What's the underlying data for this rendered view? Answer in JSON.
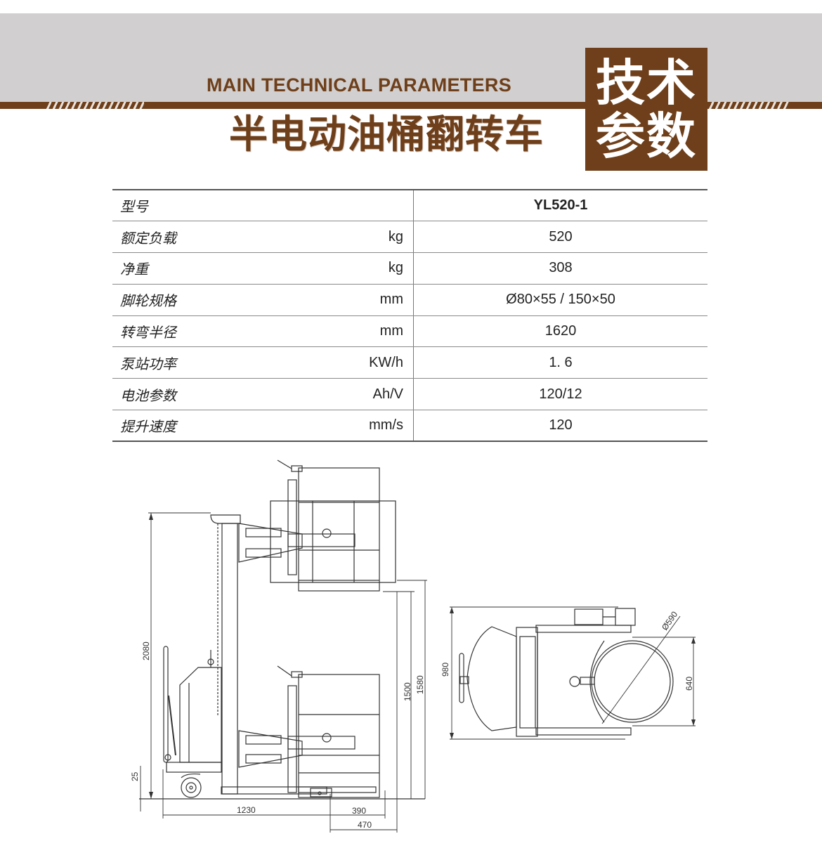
{
  "header": {
    "en_title": "MAIN TECHNICAL PARAMETERS",
    "cn_title": "半电动油桶翻转车",
    "badge_line1": "技术",
    "badge_line2": "参数",
    "colors": {
      "brand_brown": "#6e3f1a",
      "band_gray": "#d1cfcf"
    }
  },
  "spec_table": {
    "rows": [
      {
        "name": "型号",
        "unit": "",
        "value": "YL520-1"
      },
      {
        "name": "额定负载",
        "unit": "kg",
        "value": "520"
      },
      {
        "name": "净重",
        "unit": "kg",
        "value": "308"
      },
      {
        "name": "脚轮规格",
        "unit": "mm",
        "value": "Ø80×55 / 150×50"
      },
      {
        "name": "转弯半径",
        "unit": "mm",
        "value": "1620"
      },
      {
        "name": "泵站功率",
        "unit": "KW/h",
        "value": "1. 6"
      },
      {
        "name": "电池参数",
        "unit": "Ah/V",
        "value": "120/12"
      },
      {
        "name": "提升速度",
        "unit": "mm/s",
        "value": "120"
      }
    ]
  },
  "side_view": {
    "dims": {
      "overall_height": "2080",
      "ground_clearance": "25",
      "lift_1500": "1500",
      "lift_1580": "1580",
      "length": "1230",
      "front_390": "390",
      "front_470": "470"
    }
  },
  "top_view": {
    "dims": {
      "width": "980",
      "drum_span": "640",
      "drum_diameter": "Ø590"
    }
  }
}
